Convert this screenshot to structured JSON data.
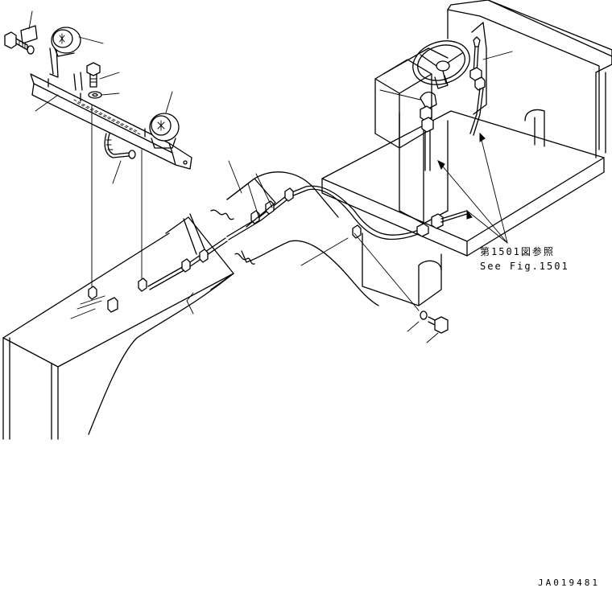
{
  "reference": {
    "jp": "第1501図参照",
    "en": "See Fig.1501"
  },
  "drawing_number": "JA019481"
}
